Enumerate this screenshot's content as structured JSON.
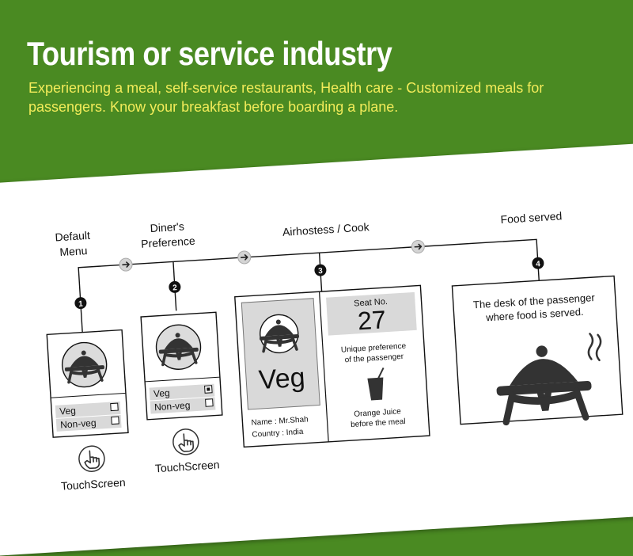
{
  "slide": {
    "title": "Tourism or service industry",
    "subtitle": "Experiencing a meal, self-service restaurants, Health care - Customized meals for passengers. Know your breakfast before boarding a plane."
  },
  "diagram": {
    "steps": [
      {
        "number": "1",
        "label_lines": [
          "Default",
          "Menu"
        ]
      },
      {
        "number": "2",
        "label_lines": [
          "Diner's",
          "Preference"
        ]
      },
      {
        "number": "3",
        "label_lines": [
          "Airhostess / Cook"
        ]
      },
      {
        "number": "4",
        "label_lines": [
          "Food served"
        ]
      }
    ],
    "menu_options": [
      "Veg",
      "Non-veg"
    ],
    "touch_label": "TouchScreen",
    "selection_card": {
      "meal": "Veg",
      "name_line": "Name   :  Mr.Shah",
      "country_line": "Country :  India",
      "seat_label": "Seat No.",
      "seat_number": "27",
      "preference_lines": [
        "Unique preference",
        "of the passenger"
      ],
      "drink_lines": [
        "Orange Juice",
        "before the meal"
      ]
    },
    "served_lines": [
      "The desk of the passenger",
      "where food is served."
    ]
  },
  "colors": {
    "background": "#4a8a22",
    "title": "#ffffff",
    "subtitle": "#f3ec5a",
    "paper": "#ffffff",
    "icon": "#333333",
    "panel_gray": "#d9d9d9"
  }
}
